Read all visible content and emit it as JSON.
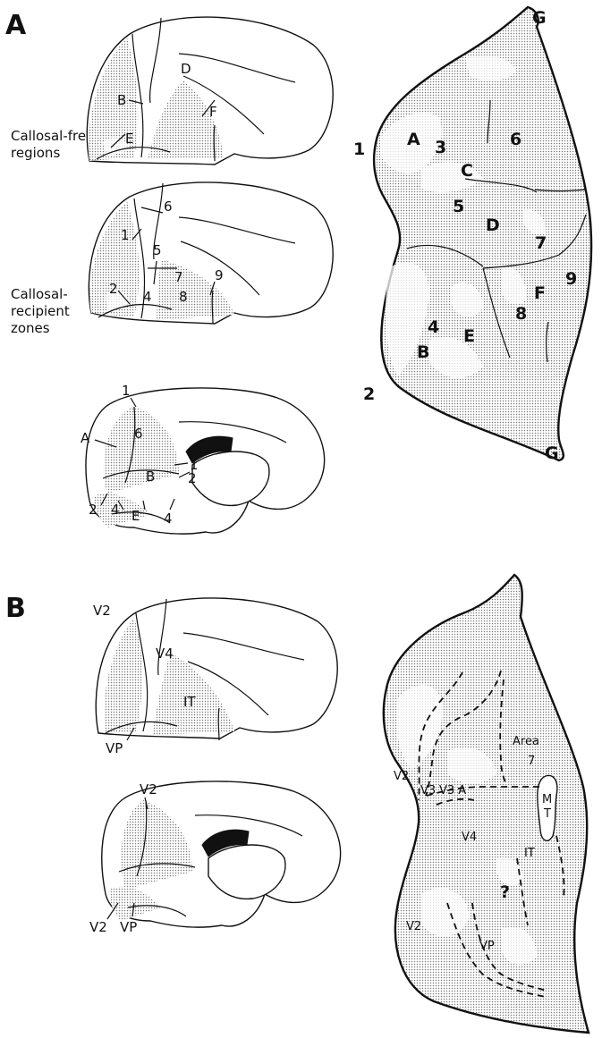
{
  "panel_a": {
    "letter": "A",
    "caption_free": [
      "Callosal-free",
      "regions"
    ],
    "caption_recipient": [
      "Callosal-",
      "recipient",
      "zones"
    ],
    "lateral_top_labels": [
      "D",
      "B",
      "E",
      "F"
    ],
    "lateral_mid_labels": [
      "1",
      "6",
      "5",
      "7",
      "2",
      "4",
      "8",
      "9"
    ],
    "medial_labels": [
      "1",
      "6",
      "A",
      "1",
      "2",
      "B",
      "2",
      "4",
      "E",
      "4"
    ],
    "flatmap_labels": [
      "G",
      "1",
      "A",
      "3",
      "6",
      "C",
      "5",
      "D",
      "7",
      "9",
      "F",
      "8",
      "4",
      "E",
      "B",
      "2",
      "G"
    ]
  },
  "panel_b": {
    "letter": "B",
    "lateral_labels": [
      "V2",
      "V4",
      "IT",
      "VP"
    ],
    "medial_labels": [
      "V2",
      "V2",
      "VP"
    ],
    "flatmap_labels": [
      "V2",
      "V3",
      "Area",
      "7",
      "V3 A",
      "V4",
      "M",
      "T",
      "IT",
      "?",
      "V2",
      "VP"
    ]
  }
}
